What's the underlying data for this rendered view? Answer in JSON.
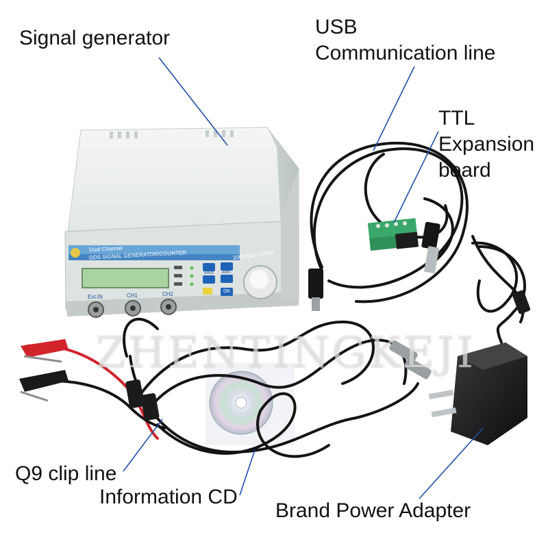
{
  "labels": {
    "signal_generator": "Signal generator",
    "usb_line1": "USB",
    "usb_line2": "Communication line",
    "ttl_line1": "TTL",
    "ttl_line2": "Expansion",
    "ttl_line3": "board",
    "q9_clip": "Q9 clip line",
    "info_cd": "Information CD",
    "power_adapter": "Brand Power Adapter"
  },
  "device": {
    "title_line1": "Dual Channel",
    "title_line2": "DDS SIGNAL GENERATOR/COUNTER",
    "spec": "200MSa/s 12Bits",
    "port_extin": "Ext.IN",
    "port_ch1": "CH1",
    "port_ch2": "CH2",
    "btn_wave": "WAVE",
    "btn_ampl": "AMPL",
    "btn_ok": "OK"
  },
  "watermark": "ZHENTINGKEJI",
  "colors": {
    "device_body": "#e7ebe9",
    "lcd": "#a9d3a0",
    "label_line": "#1f4fa8",
    "cable": "#141414",
    "clip_red": "#d1242b"
  }
}
